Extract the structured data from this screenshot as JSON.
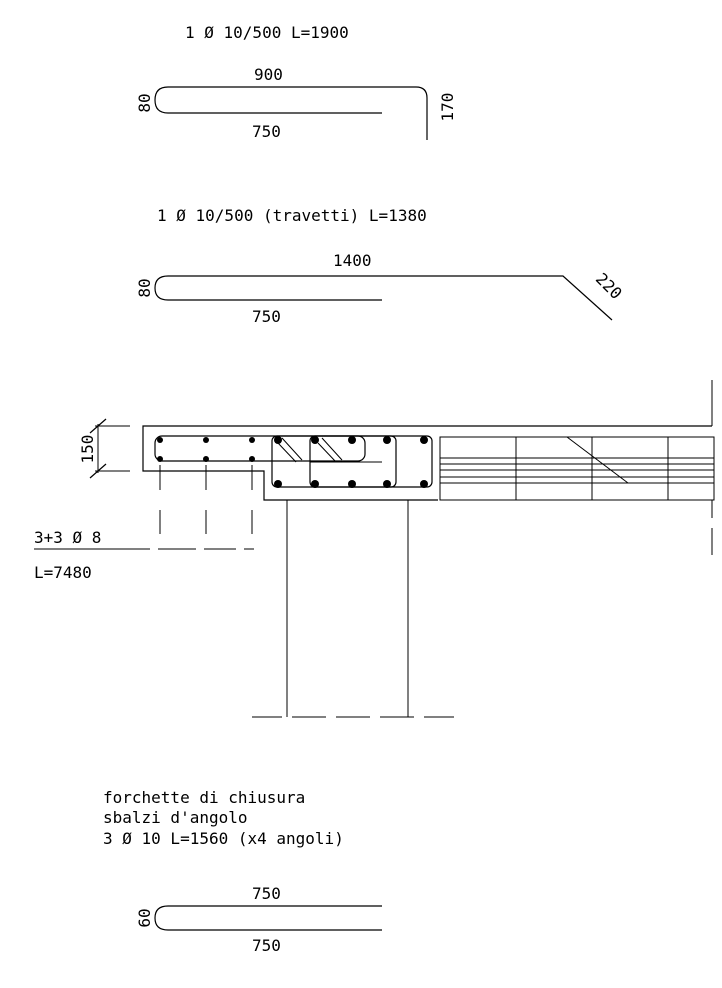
{
  "bar1": {
    "title": "1 Ø 10/500 L=1900",
    "top": "900",
    "bottom": "750",
    "left": "80",
    "right": "170"
  },
  "bar2": {
    "title": "1 Ø 10/500 (travetti) L=1380",
    "top": "1400",
    "bottom": "750",
    "left": "80",
    "diag": "220"
  },
  "section": {
    "dim_left": "150",
    "rebar_label": "3+3 Ø 8",
    "rebar_length": "L=7480"
  },
  "bar3": {
    "title_line1": "forchette di chiusura",
    "title_line2": "sbalzi d'angolo",
    "title_line3": "3 Ø 10 L=1560 (x4 angoli)",
    "top": "750",
    "bottom": "750",
    "left": "60"
  }
}
